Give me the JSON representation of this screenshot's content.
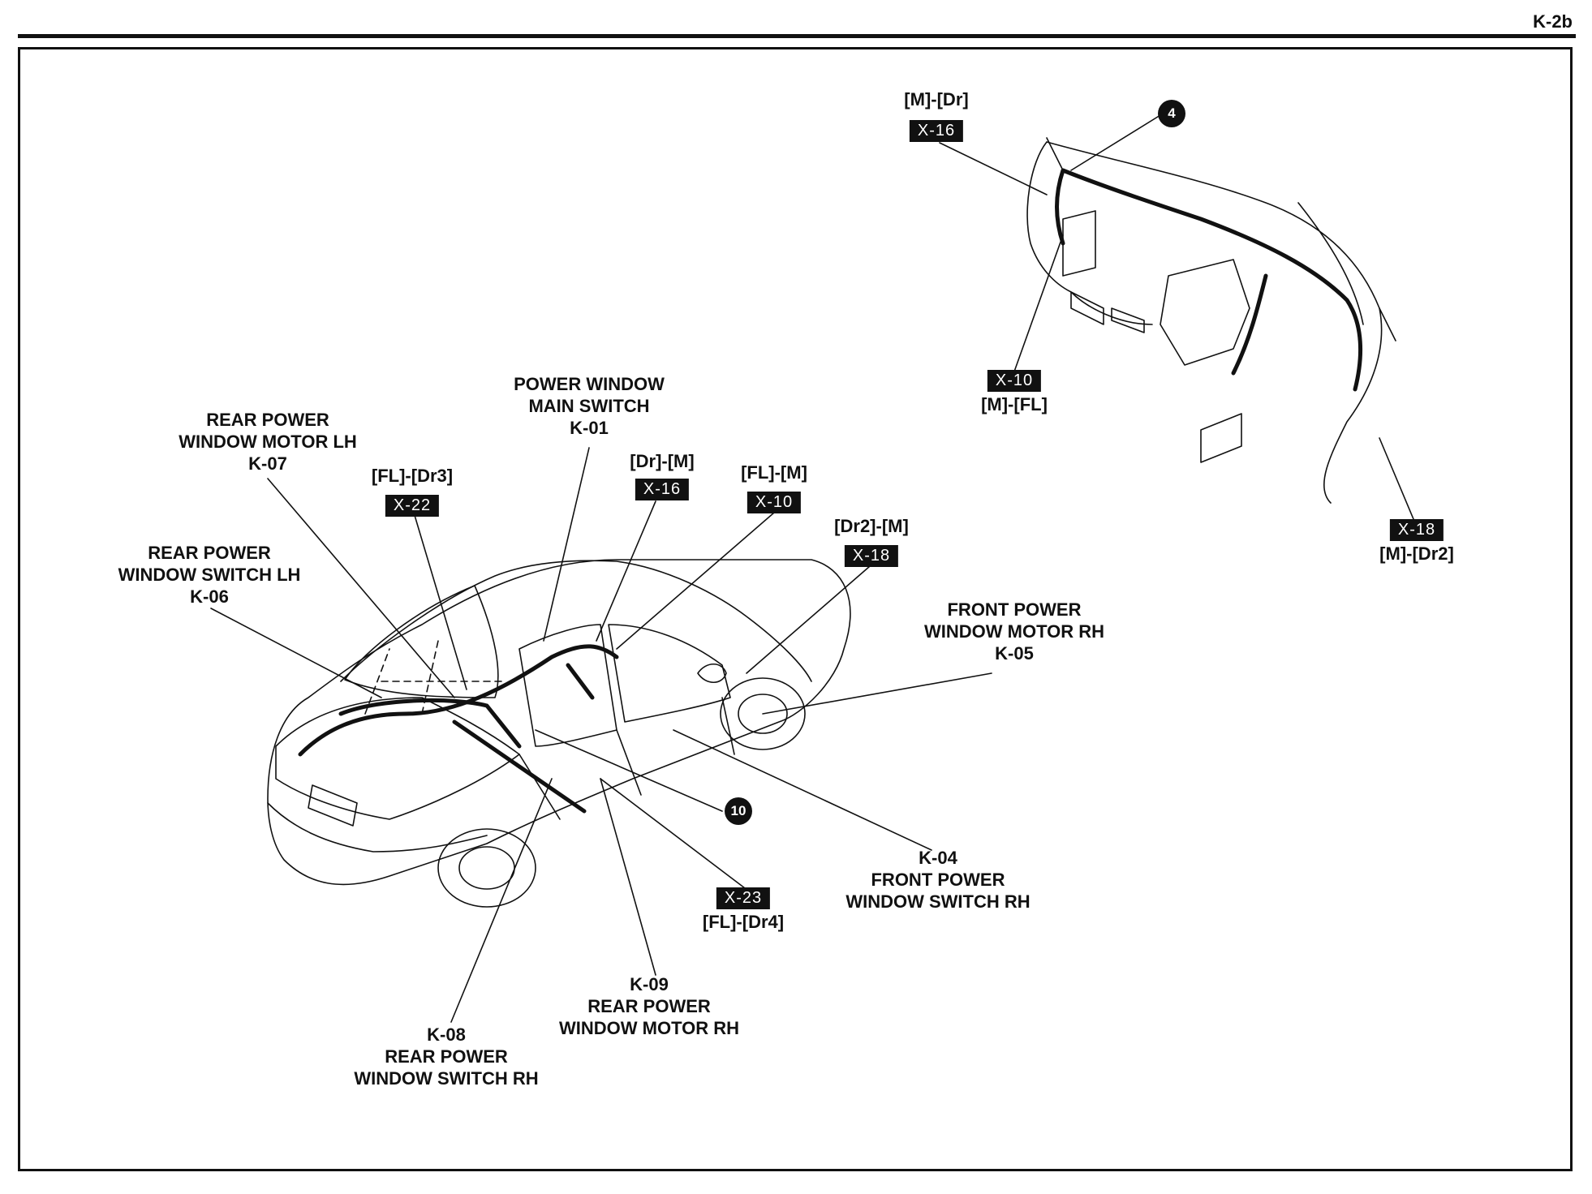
{
  "page_code": "K-2b",
  "labels": {
    "k01": [
      "POWER WINDOW",
      "MAIN SWITCH",
      "K-01"
    ],
    "k07": [
      "REAR POWER",
      "WINDOW MOTOR LH",
      "K-07"
    ],
    "k06": [
      "REAR POWER",
      "WINDOW SWITCH LH",
      "K-06"
    ],
    "k05": [
      "FRONT POWER",
      "WINDOW MOTOR RH",
      "K-05"
    ],
    "k04": [
      "K-04",
      "FRONT POWER",
      "WINDOW SWITCH RH"
    ],
    "k09": [
      "K-09",
      "REAR POWER",
      "WINDOW MOTOR RH"
    ],
    "k08": [
      "K-08",
      "REAR POWER",
      "WINDOW SWITCH RH"
    ]
  },
  "connectors": {
    "x22": {
      "code": "X-22",
      "ref": "[FL]-[Dr3]"
    },
    "x16_car": {
      "code": "X-16",
      "ref": "[Dr]-[M]"
    },
    "x10_car": {
      "code": "X-10",
      "ref": "[FL]-[M]"
    },
    "x18_car": {
      "code": "X-18",
      "ref": "[Dr2]-[M]"
    },
    "x23": {
      "code": "X-23",
      "ref": "[FL]-[Dr4]"
    },
    "x16_dash": {
      "code": "X-16",
      "ref": "[M]-[Dr]"
    },
    "x10_dash": {
      "code": "X-10",
      "ref": "[M]-[FL]"
    },
    "x18_dash": {
      "code": "X-18",
      "ref": "[M]-[Dr2]"
    }
  },
  "callouts": {
    "c4": "4",
    "c10": "10"
  },
  "colors": {
    "ink": "#111111",
    "paper": "#ffffff"
  }
}
